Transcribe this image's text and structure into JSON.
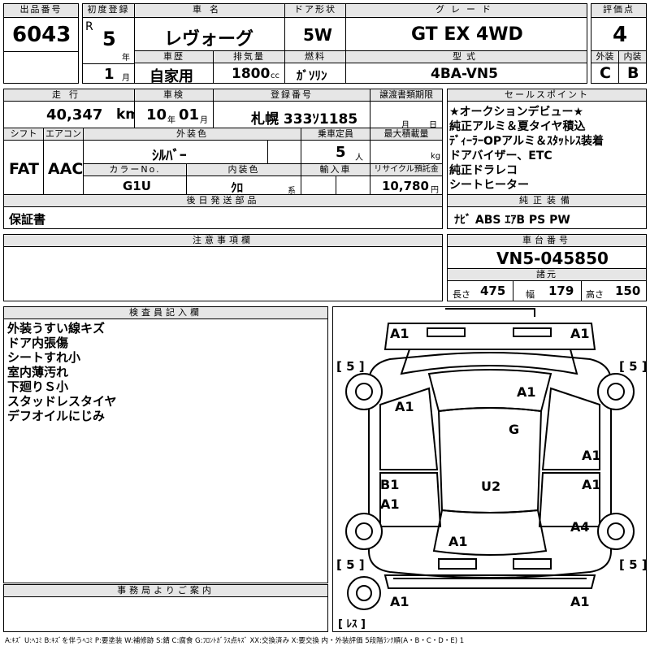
{
  "header": {
    "lot_label": "出品番号",
    "lot_value": "6043",
    "first_reg_label": "初度登録",
    "era": "R",
    "year": "5",
    "year_unit": "年",
    "month": "1",
    "month_unit": "月",
    "name_label": "車名",
    "name_value": "レヴォーグ",
    "door_label": "ドア形状",
    "door_value": "5W",
    "grade_label": "グレード",
    "grade_value": "GT EX 4WD",
    "score_label": "評価点",
    "score_value": "4",
    "history_label": "車歴",
    "history_value": "自家用",
    "disp_label": "排気量",
    "disp_value": "1800",
    "disp_unit": "cc",
    "fuel_label": "燃料",
    "fuel_value": "ｶﾞｿﾘﾝ",
    "model_label": "型式",
    "model_value": "4BA-VN5",
    "ext_label": "外装",
    "ext_value": "C",
    "int_label": "内装",
    "int_value": "B"
  },
  "row2": {
    "mileage_label": "走行",
    "mileage_value": "40,347",
    "mileage_unit": "km",
    "inspect_label": "車検",
    "inspect_year": "10",
    "inspect_year_unit": "年",
    "inspect_month": "01",
    "inspect_month_unit": "月",
    "reg_label": "登録番号",
    "reg_value": "札幌 333ｿ1185",
    "transfer_label": "譲渡書類期限",
    "transfer_month": "月",
    "transfer_day": "日",
    "sales_label": "セールスポイント",
    "sales_lines": [
      "★オークションデビュー★",
      "純正アルミ＆夏タイヤ積込",
      "ﾃﾞｨｰﾗｰOPアルミ＆ｽﾀｯﾄﾚｽ装着",
      "ドアバイザー、ETC",
      "純正ドラレコ",
      "シートヒーター"
    ]
  },
  "row3": {
    "shift_label": "シフト",
    "shift_value": "FAT",
    "ac_label": "エアコン",
    "ac_value": "AAC",
    "color_label": "外装色",
    "color_value": "ｼﾙﾊﾞｰ",
    "cap_label": "乗車定員",
    "cap_value": "5",
    "cap_unit": "人",
    "load_label": "最大積載量",
    "load_unit": "kg",
    "colorno_label": "カラーNo.",
    "colorno_value": "G1U",
    "intcolor_label": "内装色",
    "intcolor_value": "ｸﾛ",
    "intcolor_unit": "系",
    "import_label": "輸入車",
    "recycle_label": "リサイクル預託金",
    "recycle_value": "10,780",
    "recycle_unit": "円"
  },
  "later": {
    "label": "後日発送部品",
    "value": "保証書"
  },
  "equipment": {
    "label": "純正装備",
    "value": "ﾅﾋﾞ ABS ｴｱB PS PW"
  },
  "caution": {
    "label": "注意事項欄"
  },
  "chassis": {
    "label": "車台番号",
    "value": "VN5-045850",
    "spec_label": "諸元",
    "len_label": "長さ",
    "len_value": "475",
    "wid_label": "幅",
    "wid_value": "179",
    "hgt_label": "高さ",
    "hgt_value": "150"
  },
  "inspector": {
    "label": "検査員記入欄",
    "lines": [
      "外装うすい線キズ",
      "ドア内張傷",
      "シートすれ小",
      "室内薄汚れ",
      "下廻りＳ小",
      "スタッドレスタイヤ",
      "デフオイルにじみ"
    ]
  },
  "office": {
    "label": "事務局よりご案内"
  },
  "legend": "A:ｷｽﾞ U:ﾍｺﾐ B:ｷｽﾞを伴うﾍｺﾐ P:要塗装 W:補修跡 S:錆 C:腐食 G:ﾌﾛﾝﾄｶﾞﾗｽ点ｷｽﾞ XX:交換済み X:要交換 内・外装評価 5段階ﾗﾝｸ順(A・B・C・D・E) 1",
  "diagram": {
    "tire_fl": "[ 5 ]",
    "tire_fr": "[ 5 ]",
    "tire_rl": "[ 5 ]",
    "tire_rr": "[ 5 ]",
    "spare": "[ ﾚｽ ]",
    "marks": [
      "A1",
      "A1",
      "A1",
      "A1",
      "G",
      "A1",
      "B1",
      "A1",
      "U2",
      "A1",
      "A4",
      "A1",
      "A1",
      "A1"
    ]
  }
}
